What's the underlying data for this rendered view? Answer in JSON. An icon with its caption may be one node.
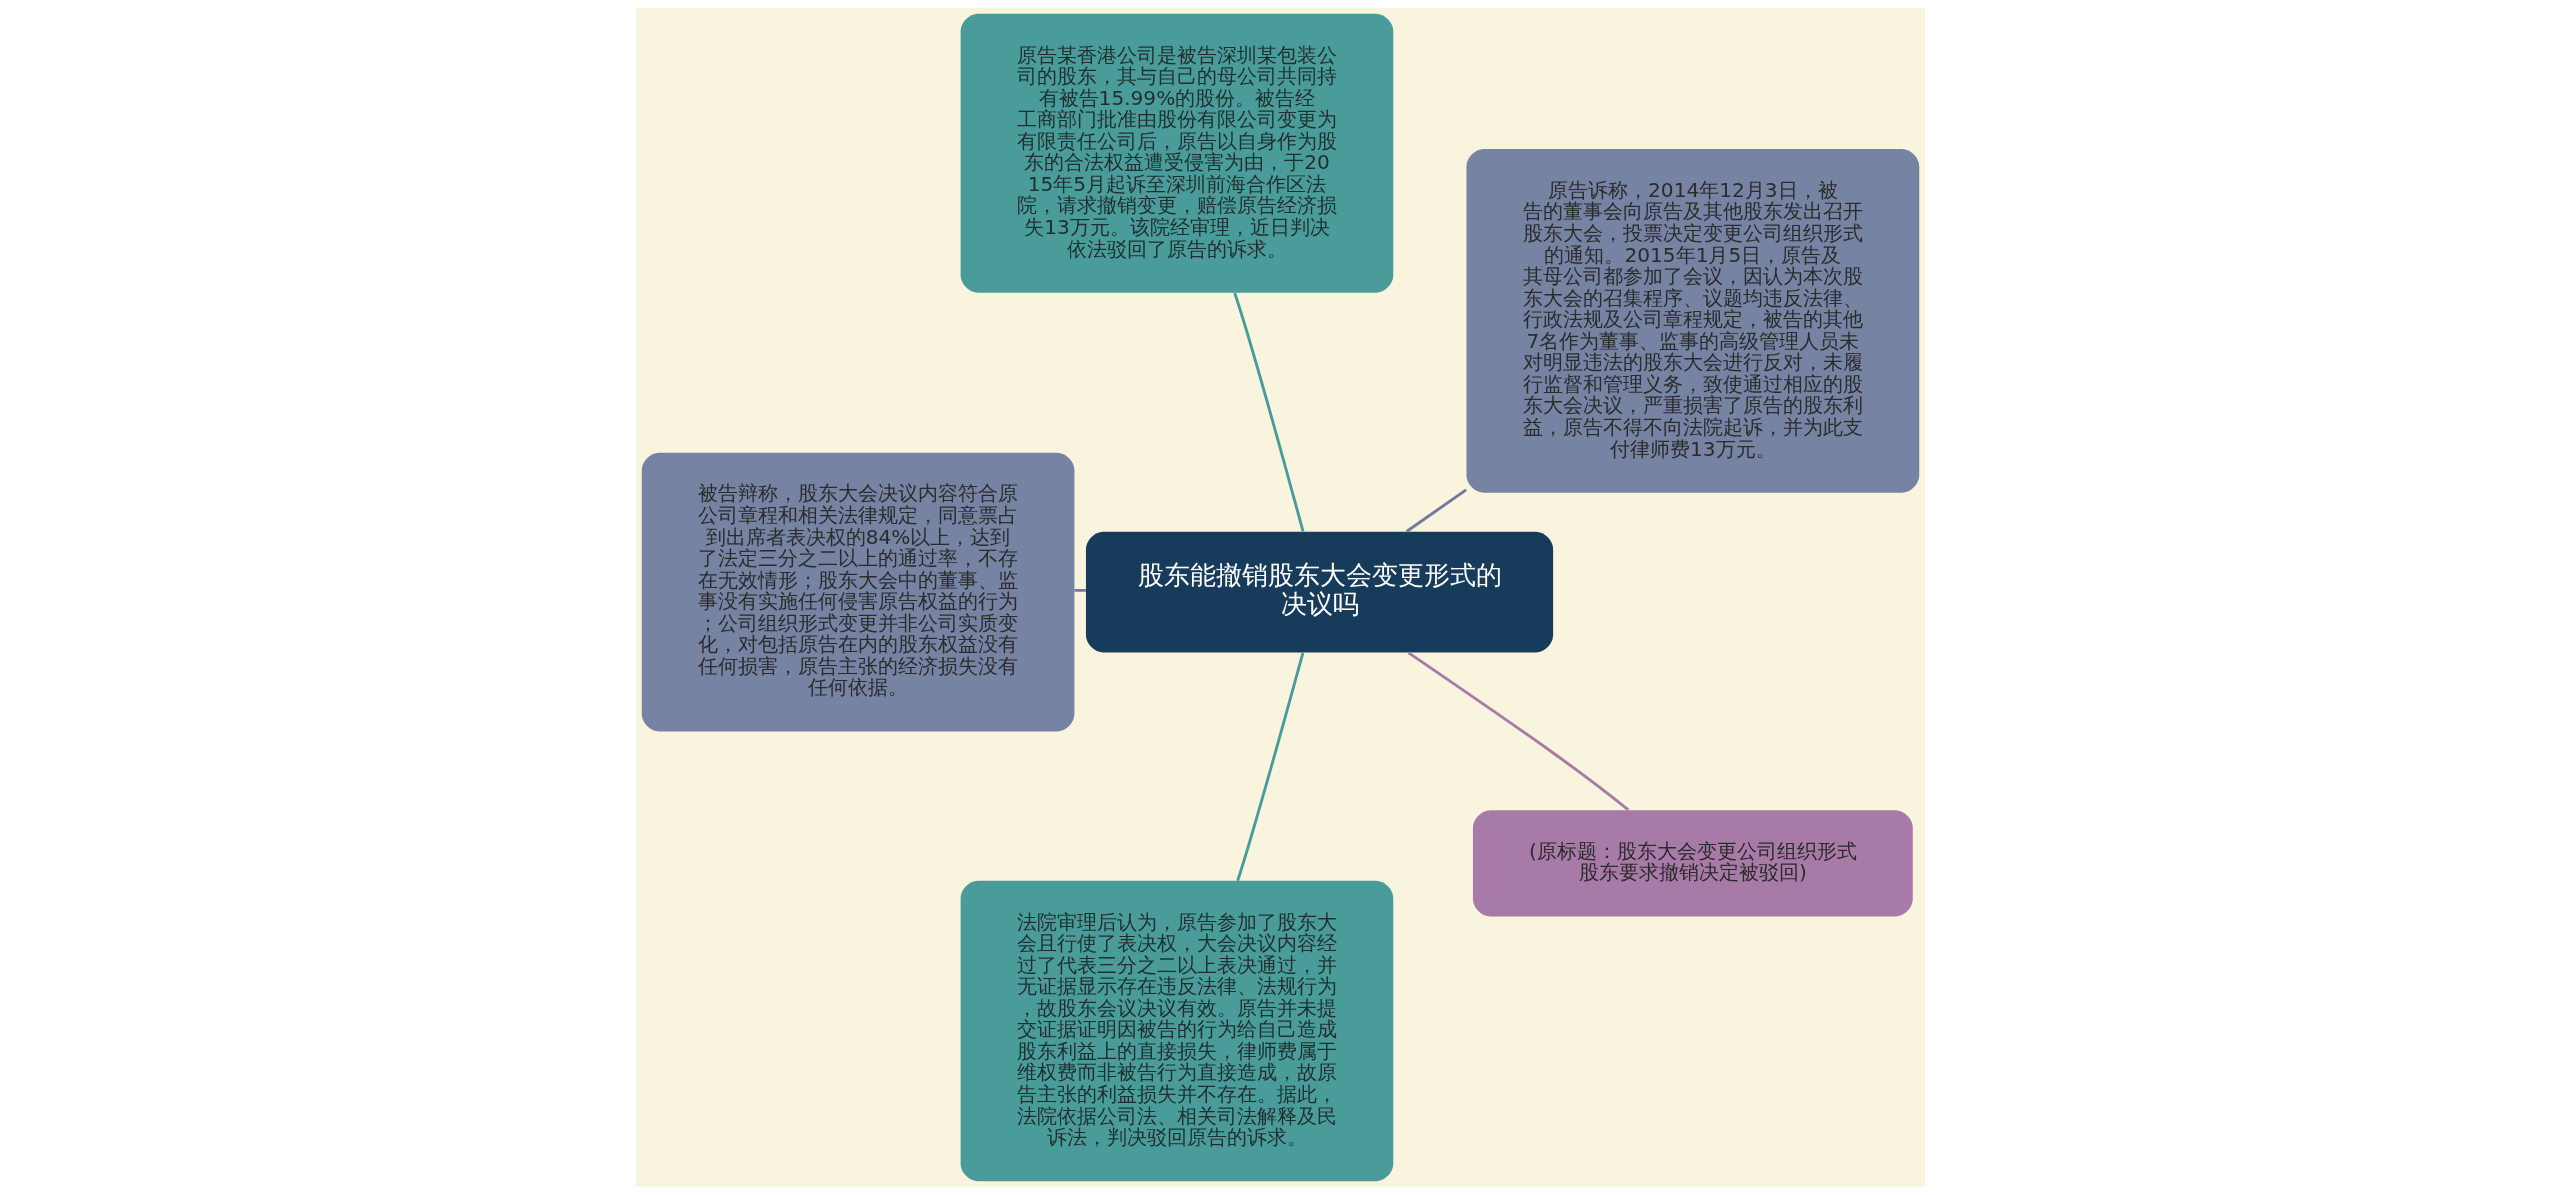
{
  "diagram": {
    "nodes": [
      {
        "text": [
          "股东能撤销股东大会变更形式的决议吗"
        ]
      },
      {
        "text": [
          "原告诉称，2014年12月3日，被告的董事会向原告及其他股东发出召开股东大会，投票决定变更公司组织形式的通知。2015年1月5日，原告及其母公司都参加了会议，因认为本次股东大会的召集程序、议题均违反法律、行政法规及公司章程规定，被告的其他7名作为董事、监事的高级管理人员未对明显违法的股东大会进行反对，未履行监督和管理义务，致使通过相应的股东大会决议，严重损害了原告的股东利益，原告不得不向法院起诉，并为此支付律师费13万元。"
        ]
      },
      {
        "text": [
          "原告某香港公司是被告深圳某包装公司的股东，其与自己的母公司共同持有被告15.99%的股份。被告经工商部门批准由股份有限公司变更为有限责任公司后，原告以自身作为股东的合法权益遭受侵害为由，于2015年5月起诉至深圳前海合作区法院，请求撤销变更，赔偿原告经济损失13万元。该院经审理，近日判决依法驳回了原告的诉求。"
        ]
      },
      {
        "text": [
          "被告辩称，股东大会决议内容符合原公司章程和相关法律规定，同意票占到出席者表决权的84%以上，达到了法定三分之二以上的通过率，不存在无效情形；股东大会中的董事、监事没有实施任何侵害原告权益的行为；公司组织形式变更并非公司实质变化，对包括原告在内的股东权益没有任何损害，原告主张的经济损失没有任何依据。"
        ]
      },
      {
        "text": [
          "法院审理后认为，原告参加了股东大会且行使了表决权，大会决议内容经过了代表三分之二以上表决通过，并无证据显示存在违反法律、法规行为，故股东会议决议有效。原告并未提交证据证明因被告的行为给自己造成股东利益上的直接损失，律师费属于维权费而非被告行为直接造成，故原告主张的利益损失并不存在。据此，法院依据公司法、相关司法解释及民诉法，判决驳回原告的诉求。"
        ]
      },
      {
        "text": [
          "(原标题：股东大会变更公司组织形式股东要求撤销决定被驳回)"
        ]
      }
    ],
    "edges": [
      {
        "from": 0,
        "to": 1,
        "arrow": "none",
        "color": "#6f7a9c"
      },
      {
        "from": 0,
        "to": 2,
        "arrow": "none",
        "color": "#4a9c9a"
      },
      {
        "from": 0,
        "to": 3,
        "arrow": "none",
        "color": "#6f7a9c"
      },
      {
        "from": 0,
        "to": 4,
        "arrow": "none",
        "color": "#4a9c9a"
      },
      {
        "from": 0,
        "to": 5,
        "arrow": "none",
        "color": "#a87aa8"
      }
    ]
  }
}
